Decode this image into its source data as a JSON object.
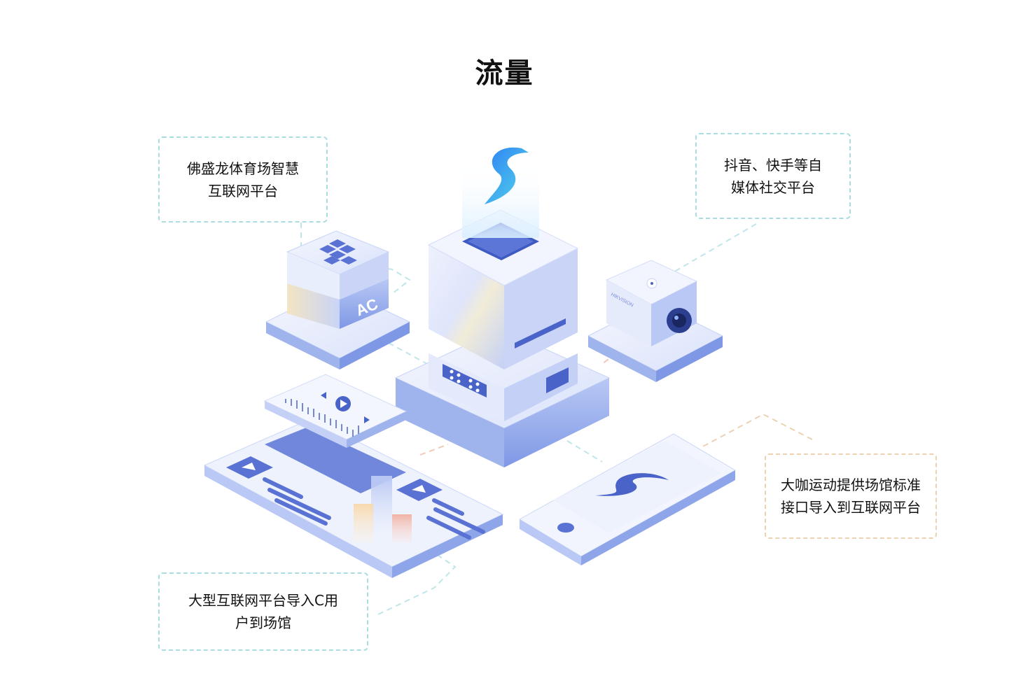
{
  "page": {
    "title": "流量"
  },
  "callouts": {
    "top_left": {
      "line1": "佛盛龙体育场智慧",
      "line2": "互联网平台"
    },
    "top_right": {
      "line1": "抖音、快手等自",
      "line2": "媒体社交平台"
    },
    "bottom_right": {
      "line1": "大咖运动提供场馆标准",
      "line2": "接口导入到互联网平台"
    },
    "bottom_left": {
      "line1": "大型互联网平台导入C用",
      "line2": "户到场馆"
    }
  },
  "illustration": {
    "ac_box_label": "AC",
    "camera_brand": "HIKVISION"
  },
  "colors": {
    "accent_blue": "#4a63c8",
    "light_blue": "#dfe6fb",
    "teal_dash": "#a9dde0",
    "orange_dash": "#ecd2b3"
  }
}
